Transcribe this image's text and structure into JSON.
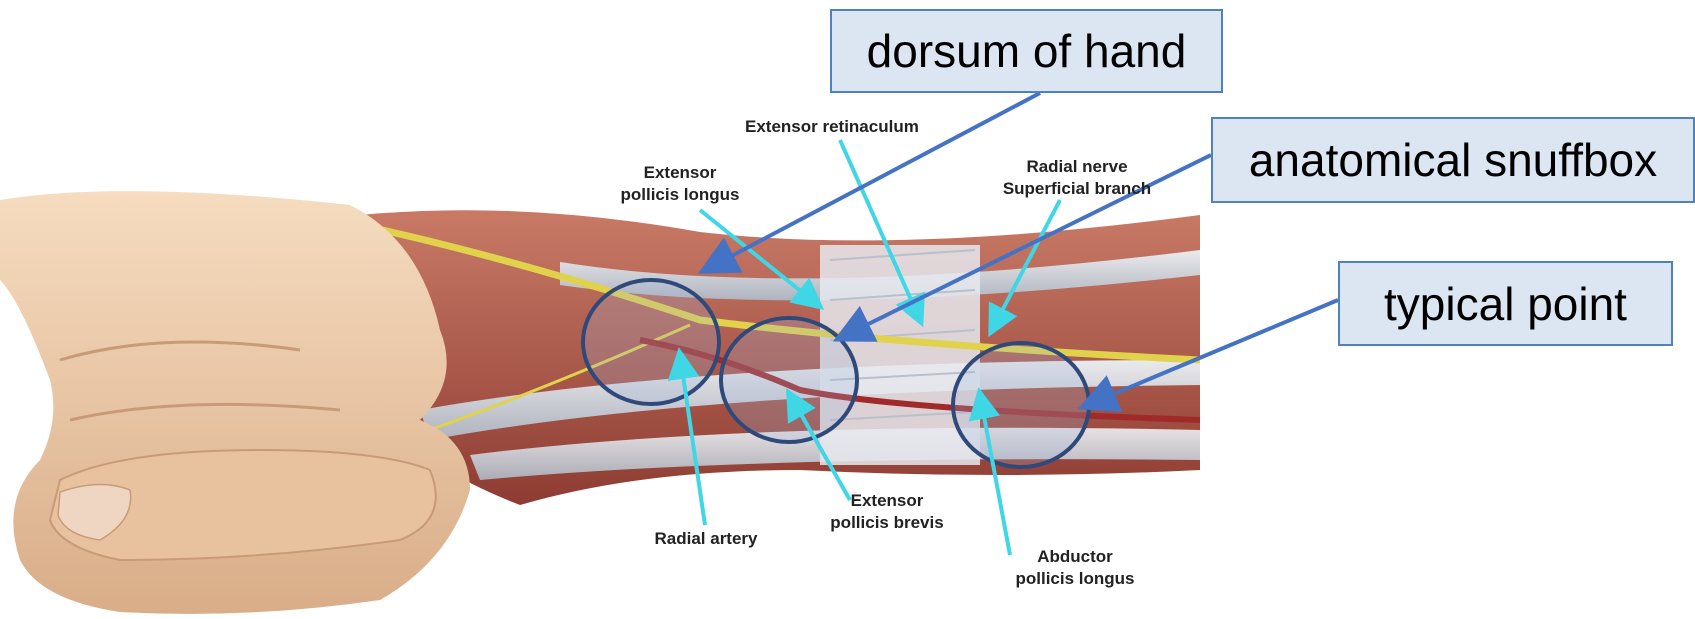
{
  "callouts": {
    "dorsum": "dorsum of hand",
    "snuffbox": "anatomical snuffbox",
    "typical": "typical point"
  },
  "labels": {
    "extensor_retinaculum": "Extensor retinaculum",
    "epl_1": "Extensor",
    "epl_2": "pollicis longus",
    "radial_nerve_1": "Radial nerve",
    "radial_nerve_2": "Superficial branch",
    "radial_artery": "Radial artery",
    "epb_1": "Extensor",
    "epb_2": "pollicis brevis",
    "apl_1": "Abductor",
    "apl_2": "pollicis longus"
  },
  "colors": {
    "callout_fill": "#dce6f2",
    "callout_border": "#4f81bd",
    "arrow": "#4472c4",
    "circle": "#2f4a7a",
    "pointer": "#3fd6e6",
    "skin": "#f0cfae",
    "muscle": "#b5574a",
    "tendon": "#d8dde4",
    "nerve": "#e0d24a"
  }
}
